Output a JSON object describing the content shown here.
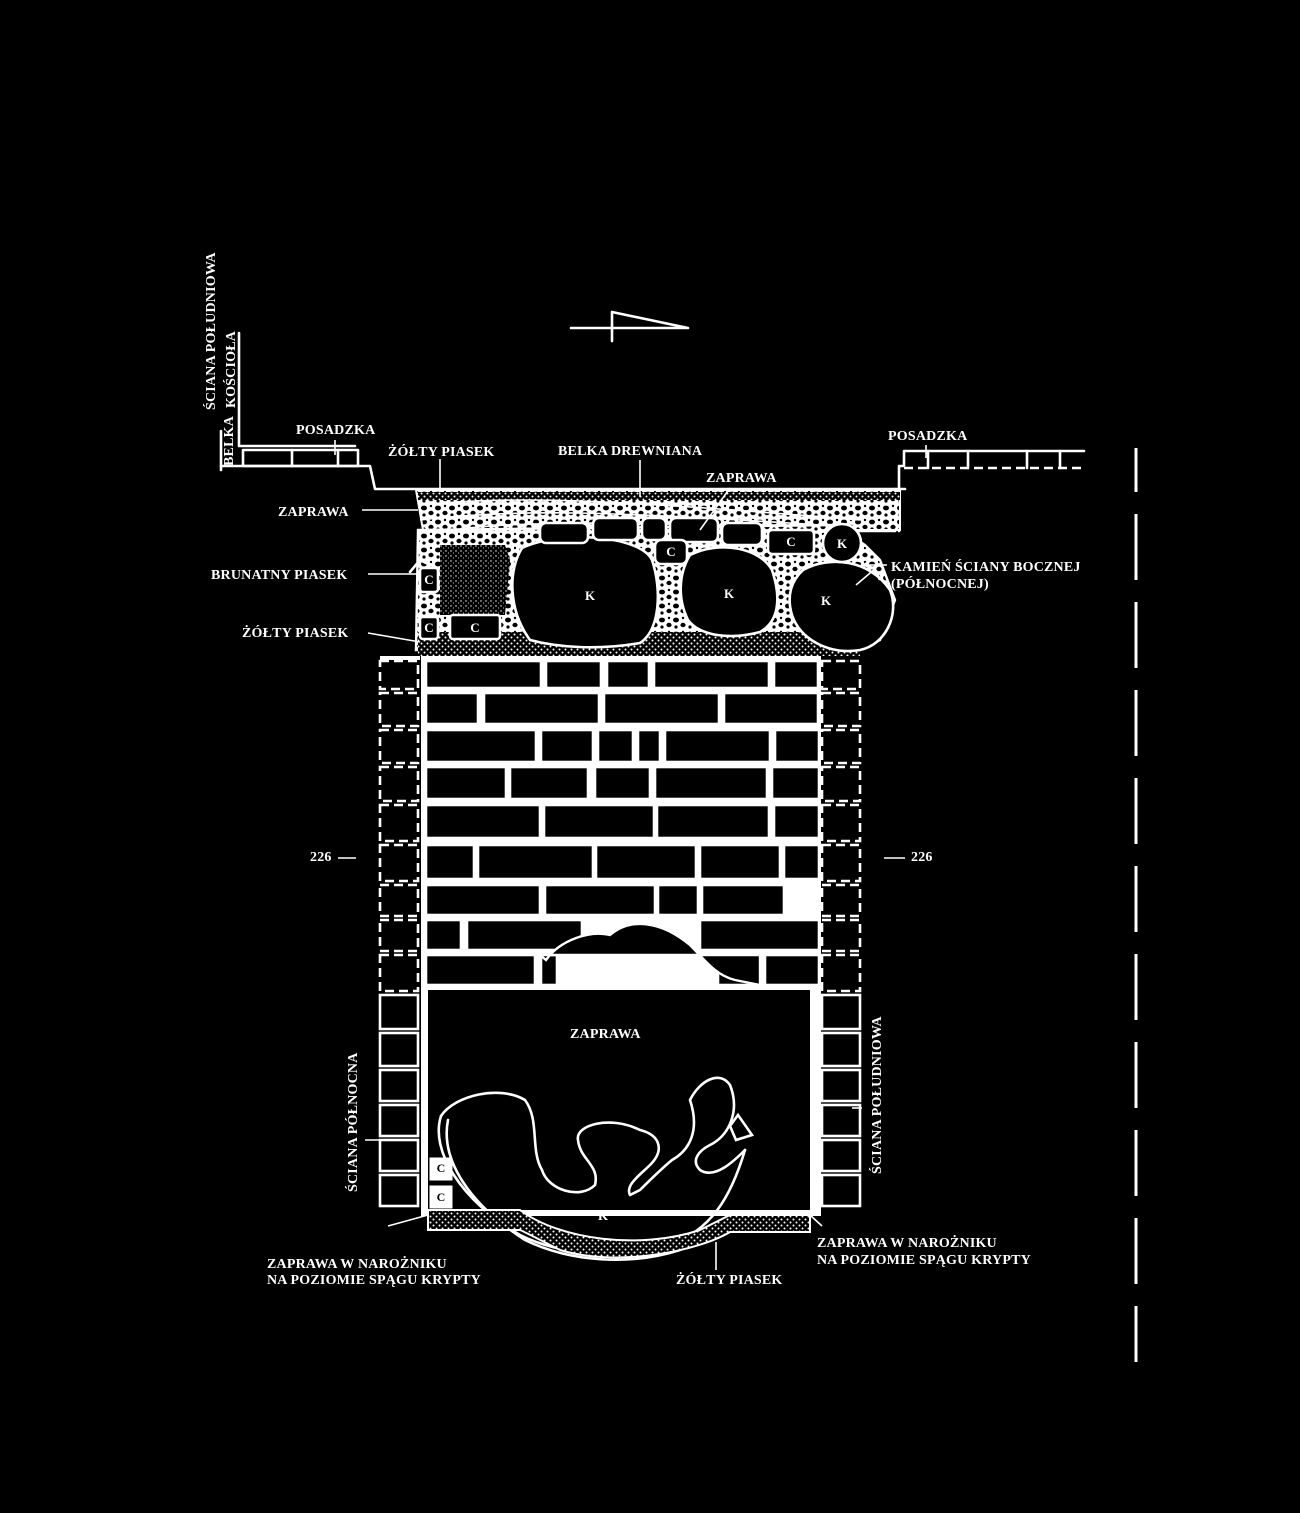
{
  "labels": {
    "south_wall_church_1": "ŚCIANA POŁUDNIOWA",
    "south_wall_church_2": "KOŚCIOŁA",
    "beam_vertical": "BELKA",
    "floor_left": "POSADZKA",
    "floor_right": "POSADZKA",
    "yellow_sand_top": "ŻÓŁTY PIASEK",
    "wooden_beam": "BELKA DREWNIANA",
    "mortar_top": "ZAPRAWA",
    "mortar_left": "ZAPRAWA",
    "brown_sand": "BRUNATNY PIASEK",
    "yellow_sand_left": "ŻÓŁTY PIASEK",
    "side_wall_stone_1": "KAMIEŃ ŚCIANY BOCZNEJ",
    "side_wall_stone_2": "(PÓŁNOCNEJ)",
    "level_left": "226",
    "level_right": "226",
    "mortar_center": "ZAPRAWA",
    "north_wall": "ŚCIANA PÓŁNOCNA",
    "south_wall": "ŚCIANA POŁUDNIOWA",
    "corner_mortar_left_1": "ZAPRAWA W NAROŻNIKU",
    "corner_mortar_left_2": "NA POZIOMIE  SPĄGU KRYPTY",
    "corner_mortar_right_1": "ZAPRAWA W NAROŻNIKU",
    "corner_mortar_right_2": "NA POZIOMIE  SPĄGU KRYPTY",
    "yellow_sand_bottom": "ŻÓŁTY PIASEK"
  },
  "stone_marks": {
    "k1": "K",
    "k2": "K",
    "k3": "K",
    "k4": "K",
    "k5": "K",
    "c1": "C",
    "c2": "C",
    "c3": "C",
    "c4": "C",
    "c5": "C",
    "c6": "C",
    "c7": "C"
  }
}
